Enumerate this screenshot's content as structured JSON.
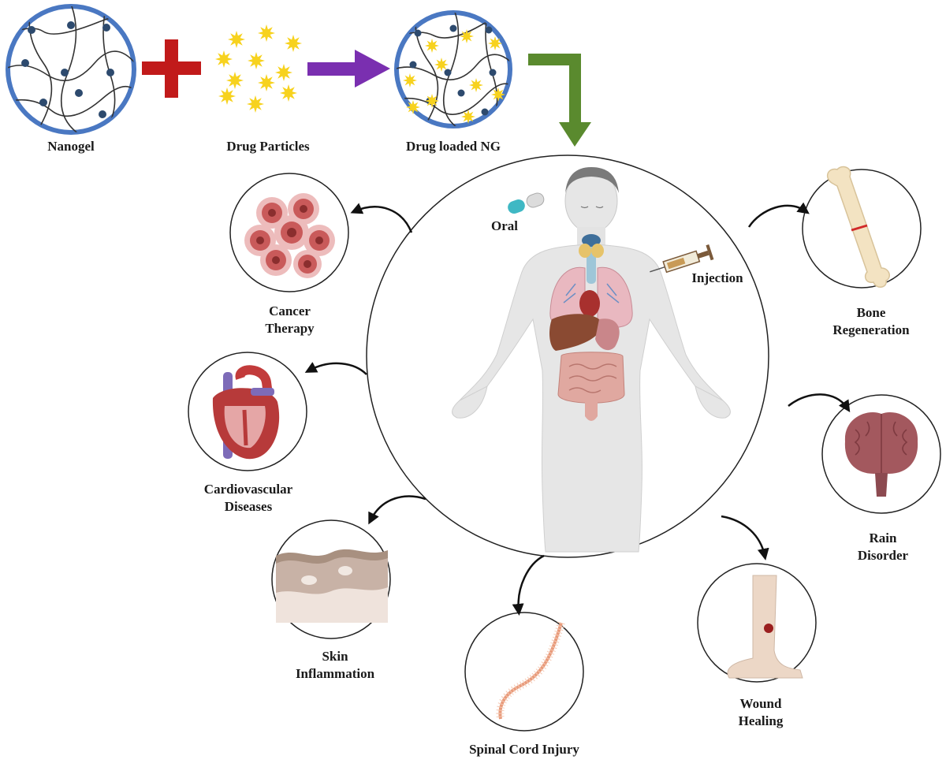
{
  "top_row": {
    "nanogel": "Nanogel",
    "drug_particles": "Drug Particles",
    "drug_loaded": "Drug loaded NG"
  },
  "routes": {
    "oral": "Oral",
    "injection": "Injection"
  },
  "applications": {
    "cancer": [
      "Cancer",
      "Therapy"
    ],
    "cardio": [
      "Cardiovascular",
      "Diseases"
    ],
    "skin": [
      "Skin",
      "Inflammation"
    ],
    "spinal": "Spinal Cord Injury",
    "wound": [
      "Wound",
      "Healing"
    ],
    "brain": [
      "Rain",
      "Disorder"
    ],
    "bone": [
      "Bone",
      "Regeneration"
    ]
  },
  "colors": {
    "circle_ring": "#4a78c2",
    "node": "#2d4a6e",
    "star": "#f7d21e",
    "plus": "#c11a1a",
    "arrow_purple": "#7a2fb0",
    "arrow_green": "#5a8a2e",
    "body": "#e6e6e6"
  }
}
